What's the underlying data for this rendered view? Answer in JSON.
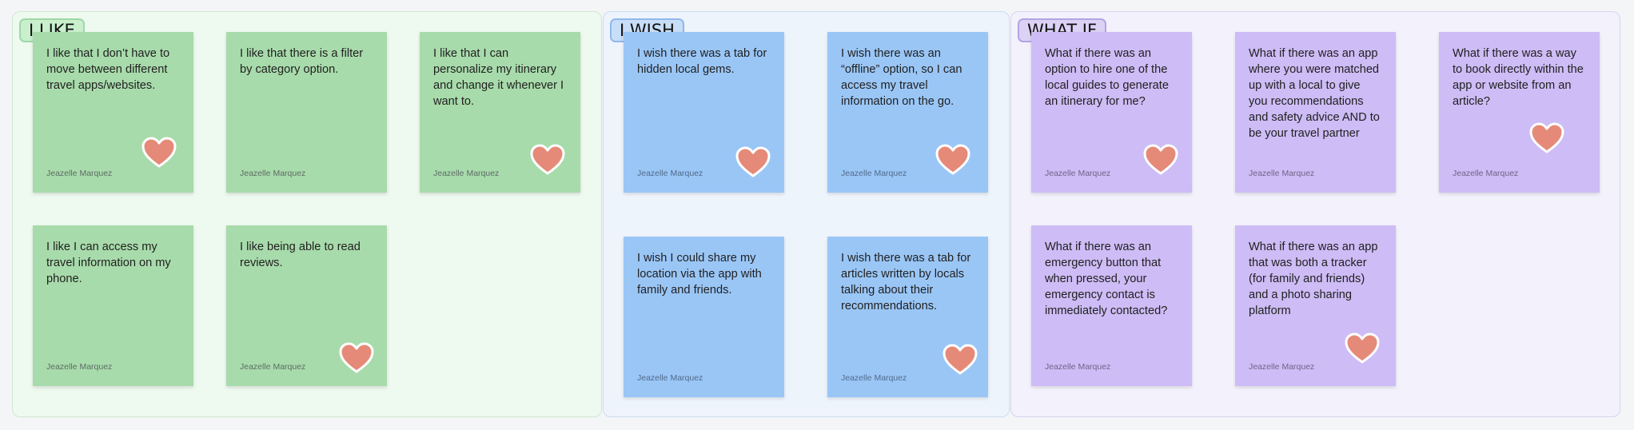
{
  "sections": {
    "like": {
      "title": "I LIKE"
    },
    "wish": {
      "title": "I WISH"
    },
    "whatif": {
      "title": "WHAT IF"
    }
  },
  "notes": [
    {
      "text": "I like that I don’t have to move between different travel apps/websites.",
      "author": "Jeazelle Marquez",
      "liked": true
    },
    {
      "text": "I like that there is a filter by category option.",
      "author": "Jeazelle Marquez",
      "liked": false
    },
    {
      "text": "I like that I can personalize my itinerary and change it whenever I want to.",
      "author": "Jeazelle Marquez",
      "liked": true
    },
    {
      "text": "I like I can access my travel information on my phone.",
      "author": "Jeazelle Marquez",
      "liked": false
    },
    {
      "text": "I like being able to read reviews.",
      "author": "Jeazelle Marquez",
      "liked": true
    },
    {
      "text": "I wish there was a tab for hidden local gems.",
      "author": "Jeazelle Marquez",
      "liked": true
    },
    {
      "text": "I wish there was an “offline” option, so I can access my travel information on the go.",
      "author": "Jeazelle Marquez",
      "liked": true
    },
    {
      "text": "I wish I could share my location via the app with family and friends.",
      "author": "Jeazelle Marquez",
      "liked": false
    },
    {
      "text": "I wish there was a tab for articles written by locals talking about their recommendations.",
      "author": "Jeazelle Marquez",
      "liked": true
    },
    {
      "text": "What if there was an option to hire one of the local guides to generate an itinerary for me?",
      "author": "Jeazelle Marquez",
      "liked": true
    },
    {
      "text": "What if there was an app where you were matched up with a local to give you recommendations and safety advice AND to be your travel partner",
      "author": "Jeazelle Marquez",
      "liked": false
    },
    {
      "text": "What if there was a way to book directly within the app or website from an article?",
      "author": "Jeazelle Marquez",
      "liked": true
    },
    {
      "text": "What if there was an emergency button that when pressed, your emergency contact is immediately contacted?",
      "author": "Jeazelle Marquez",
      "liked": false
    },
    {
      "text": "What if there was an app that was both a tracker (for family and friends) and a photo sharing platform",
      "author": "Jeazelle Marquez",
      "liked": true
    }
  ],
  "colors": {
    "green_note": "#a8dbab",
    "blue_note": "#9ac6f6",
    "purple_note": "#cdbcf5",
    "heart": "#e58a78"
  },
  "icons": {
    "like_marker": "heart-icon"
  }
}
